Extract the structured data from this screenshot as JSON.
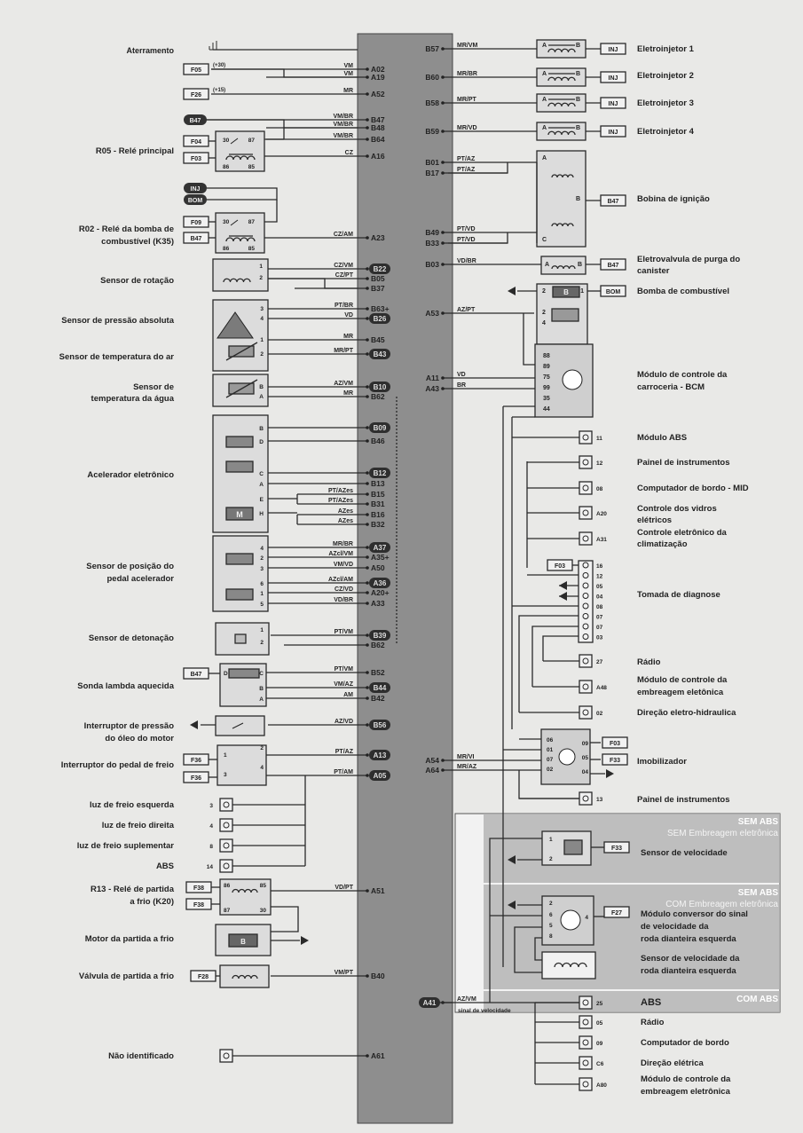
{
  "ground_label": "Aterramento",
  "supply_notes": [
    "(+30)",
    "(+15)"
  ],
  "left_labels": [
    [
      "R05 - Relé principal"
    ],
    [
      "R02 - Relé da bomba de",
      "combustível (K35)"
    ],
    [
      "Sensor de rotação"
    ],
    [
      "Sensor de pressão absoluta"
    ],
    [
      "Sensor de temperatura do ar"
    ],
    [
      "Sensor de",
      "temperatura da água"
    ],
    [
      "Acelerador eletrônico"
    ],
    [
      "Sensor de posição do",
      "pedal acelerador"
    ],
    [
      "Sensor de detonação"
    ],
    [
      "Sonda lambda aquecida"
    ],
    [
      "Interruptor de pressão",
      "do óleo  do motor"
    ],
    [
      "Interruptor do pedal de freio"
    ],
    [
      "luz de freio esquerda"
    ],
    [
      "luz de freio direita"
    ],
    [
      "luz de freio suplementar"
    ],
    [
      "ABS"
    ],
    [
      "R13 - Relé de partida",
      "a frio (K20)"
    ],
    [
      "Motor da partida a frio"
    ],
    [
      "Válvula de partida a frio"
    ],
    [
      "Não identificado"
    ]
  ],
  "left_pins": [
    {
      "pin": "A02",
      "wire": "VM"
    },
    {
      "pin": "A19",
      "wire": "VM"
    },
    {
      "pin": "A52",
      "wire": "MR"
    },
    {
      "pin": "B47",
      "wire": "VM/BR"
    },
    {
      "pin": "B48",
      "wire": "VM/BR"
    },
    {
      "pin": "B64",
      "wire": "VM/BR"
    },
    {
      "pin": "A16",
      "wire": "CZ"
    },
    {
      "pin": "A23",
      "wire": "CZ/AM"
    },
    {
      "pin": "B22",
      "wire": "CZ/VM"
    },
    {
      "pin": "B05",
      "wire": "CZ/PT"
    },
    {
      "pin": "B37",
      "wire": ""
    },
    {
      "pin": "B63+",
      "wire": "PT/BR"
    },
    {
      "pin": "B26",
      "wire": "VD"
    },
    {
      "pin": "B45",
      "wire": "MR"
    },
    {
      "pin": "B43",
      "wire": "MR/PT"
    },
    {
      "pin": "B10",
      "wire": "AZ/VM"
    },
    {
      "pin": "B62",
      "wire": "MR"
    },
    {
      "pin": "B09",
      "wire": ""
    },
    {
      "pin": "B46",
      "wire": ""
    },
    {
      "pin": "B12",
      "wire": ""
    },
    {
      "pin": "B13",
      "wire": ""
    },
    {
      "pin": "B15",
      "wire": "PT/AZes"
    },
    {
      "pin": "B31",
      "wire": "PT/AZes"
    },
    {
      "pin": "B16",
      "wire": "AZes"
    },
    {
      "pin": "B32",
      "wire": "AZes"
    },
    {
      "pin": "A37",
      "wire": "MR/BR"
    },
    {
      "pin": "A35+",
      "wire": "AZcl/VM"
    },
    {
      "pin": "A50",
      "wire": "VM/VD"
    },
    {
      "pin": "A36",
      "wire": "AZcl/AM"
    },
    {
      "pin": "A20+",
      "wire": "CZ/VD"
    },
    {
      "pin": "A33",
      "wire": "VD/BR"
    },
    {
      "pin": "B39",
      "wire": "PT/VM"
    },
    {
      "pin": "B62",
      "wire": ""
    },
    {
      "pin": "B52",
      "wire": "PT/VM"
    },
    {
      "pin": "B44",
      "wire": "VM/AZ"
    },
    {
      "pin": "B42",
      "wire": "AM"
    },
    {
      "pin": "B56",
      "wire": "AZ/VD"
    },
    {
      "pin": "A13",
      "wire": "PT/AZ"
    },
    {
      "pin": "A05",
      "wire": "PT/AM"
    },
    {
      "pin": "A51",
      "wire": "VD/PT"
    },
    {
      "pin": "B40",
      "wire": "VM/PT"
    },
    {
      "pin": "A61",
      "wire": ""
    }
  ],
  "left_connectors": [
    "F05",
    "F26",
    "B47",
    "F04",
    "F03",
    "INJ",
    "BOM",
    "F09",
    "B47",
    "B47",
    "F36",
    "F36",
    "F38",
    "F38",
    "F28"
  ],
  "relay_pins": [
    "30",
    "87",
    "86",
    "85"
  ],
  "component_pins": {
    "rotation": [
      "1",
      "2"
    ],
    "map": [
      "3",
      "4",
      "1",
      "2"
    ],
    "water": [
      "B",
      "A"
    ],
    "accelerator": [
      "B",
      "D",
      "C",
      "A",
      "E",
      "H"
    ],
    "pedal": [
      "4",
      "2",
      "3",
      "6",
      "1",
      "5"
    ],
    "knock": [
      "1",
      "2"
    ],
    "lambda": [
      "D",
      "C",
      "B",
      "A"
    ],
    "brake": [
      "1",
      "2",
      "3",
      "4"
    ],
    "r13": [
      "86",
      "85",
      "87",
      "30"
    ]
  },
  "motor_symbol": "M",
  "pump_symbol": "B",
  "left_terminals": [
    "3",
    "4",
    "8",
    "14"
  ],
  "right_pins": [
    {
      "pin": "B57",
      "wire": "MR/VM"
    },
    {
      "pin": "B60",
      "wire": "MR/BR"
    },
    {
      "pin": "B58",
      "wire": "MR/PT"
    },
    {
      "pin": "B59",
      "wire": "MR/VD"
    },
    {
      "pin": "B01",
      "wire": "PT/AZ"
    },
    {
      "pin": "B17",
      "wire": "PT/AZ"
    },
    {
      "pin": "B49",
      "wire": "PT/VD"
    },
    {
      "pin": "B33",
      "wire": "PT/VD"
    },
    {
      "pin": "B03",
      "wire": "VD/BR"
    },
    {
      "pin": "A53",
      "wire": "AZ/PT"
    },
    {
      "pin": "A11",
      "wire": "VD"
    },
    {
      "pin": "A43",
      "wire": "BR"
    },
    {
      "pin": "A54",
      "wire": "MR/VI"
    },
    {
      "pin": "A64",
      "wire": "MR/AZ"
    },
    {
      "pin": "A41",
      "wire": "AZ/VM"
    }
  ],
  "signal_label": "sinal de velocidade",
  "right_labels": [
    [
      "Eletroinjetor 1"
    ],
    [
      "Eletroinjetor 2"
    ],
    [
      "Eletroinjetor 3"
    ],
    [
      "Eletroinjetor 4"
    ],
    [
      "Bobina de ignição"
    ],
    [
      "Eletrovalvula de purga do",
      "canister"
    ],
    [
      "Bomba de combustível"
    ],
    [
      "Módulo de controle da",
      "carroceria - BCM"
    ],
    [
      "Módulo ABS"
    ],
    [
      "Painel de instrumentos"
    ],
    [
      "Computador de bordo - MID"
    ],
    [
      "Controle dos vidros",
      "elétricos"
    ],
    [
      "Controle eletrônico da",
      "climatização"
    ],
    [
      "Tomada de diagnose"
    ],
    [
      "Rádio"
    ],
    [
      "Módulo de controle da",
      "embreagem eletônica"
    ],
    [
      "Direção eletro-hidraulica"
    ],
    [
      "Imobilizador"
    ],
    [
      "Painel de instrumentos"
    ],
    [
      "Sensor de velocidade"
    ],
    [
      "Módulo conversor do sinal",
      "de velocidade da",
      "roda dianteira esquerda"
    ],
    [
      "Sensor de velocidade da",
      "roda dianteira esquerda"
    ],
    [
      "ABS"
    ],
    [
      "Rádio"
    ],
    [
      "Computador de bordo"
    ],
    [
      "Direção elétrica"
    ],
    [
      "Módulo de controle da",
      "embreagem eletrônica"
    ]
  ],
  "right_connectors": [
    "INJ",
    "INJ",
    "INJ",
    "INJ",
    "B47",
    "B47",
    "BOM",
    "F03",
    "F03",
    "F33",
    "F33",
    "F27"
  ],
  "coil_pins": [
    "A",
    "B",
    "C"
  ],
  "purge_pins": [
    "A",
    "B"
  ],
  "pump_pins": [
    "2",
    "1",
    "2",
    "4"
  ],
  "bcm_pins": [
    "88",
    "89",
    "75",
    "99",
    "35",
    "44"
  ],
  "right_terminals": [
    "11",
    "12",
    "08",
    "A20",
    "A31",
    "27",
    "A48",
    "02",
    "13"
  ],
  "diag_pins": [
    "16",
    "12",
    "05",
    "04",
    "08",
    "07",
    "07",
    "03"
  ],
  "immob_pins_left": [
    "06",
    "01",
    "07",
    "02"
  ],
  "immob_pins_right": [
    "09",
    "05",
    "04"
  ],
  "speed_sensor_pins": [
    "1",
    "2"
  ],
  "converter_pins": [
    "2",
    "6",
    "5",
    "8",
    "4"
  ],
  "lower_terminals": [
    "25",
    "05",
    "09",
    "C6",
    "A80"
  ],
  "option_box": {
    "sections": [
      {
        "line1": "SEM ABS",
        "line2": "SEM Embreagem eletrônica"
      },
      {
        "line1": "SEM ABS",
        "line2": "COM Embreagem eletrônica"
      },
      {
        "line1": "COM ABS",
        "line2": ""
      }
    ]
  }
}
